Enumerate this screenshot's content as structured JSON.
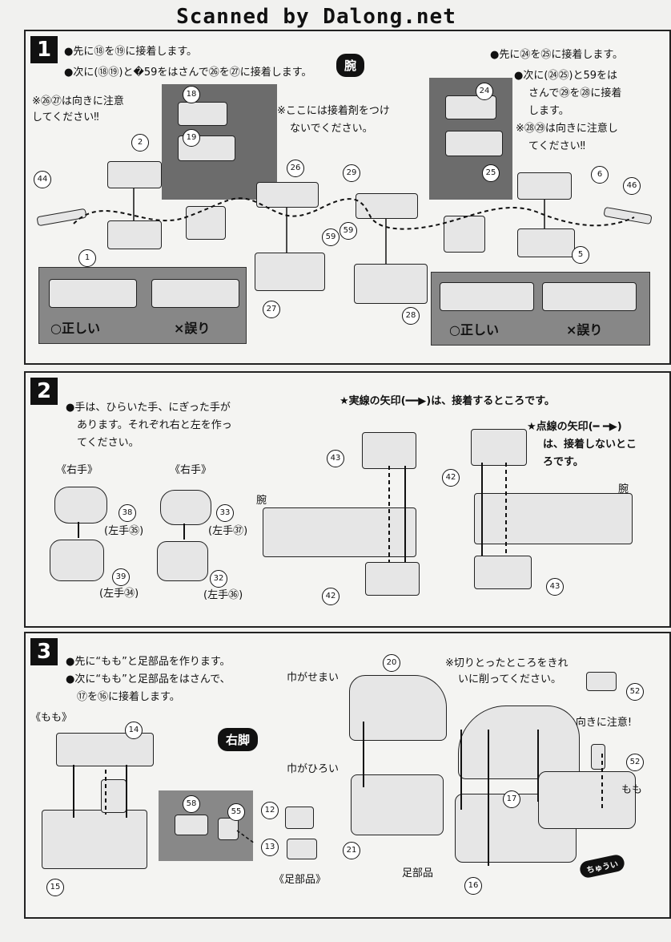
{
  "banner": "Scanned by Dalong.net",
  "step1": {
    "number": "1",
    "label": "腕",
    "left_lines": [
      "●先に⑱を⑲に接着します。",
      "●次に(⑱⑲)と�59をはさんで㉖を㉗に接着します。"
    ],
    "left_note": [
      "※㉖㉗は向きに注意",
      "してください‼"
    ],
    "center_note": [
      "※ここには接着剤をつけ",
      "ないでください。"
    ],
    "right_lines": [
      "●先に㉔を㉕に接着します。",
      "●次に(㉔㉕)と59をは",
      "さんで㉙を㉘に接着",
      "します。",
      "※㉘㉙は向きに注意し",
      "てください‼"
    ],
    "correct": "○正しい",
    "wrong": "×誤り",
    "parts": [
      "18",
      "19",
      "2",
      "26",
      "44",
      "1",
      "59",
      "27",
      "24",
      "25",
      "6",
      "46",
      "29",
      "59",
      "5",
      "28"
    ]
  },
  "step2": {
    "number": "2",
    "left_lines": [
      "●手は、ひらいた手、にぎった手が",
      "あります。それぞれ右と左を作っ",
      "てください。"
    ],
    "solid_legend": "★実線の矢印(━━▶)は、接着するところです。",
    "dashed_legend": [
      "★点線の矢印(━ ━▶)",
      "は、接着しないとこ",
      "ろです。"
    ],
    "right_hand_a": "《右手》",
    "right_hand_b": "《右手》",
    "arm_a": "腕",
    "arm_b": "腕",
    "left_hand_35": "(左手㉟)",
    "left_hand_37": "(左手㊲)",
    "left_hand_34": "(左手㉞)",
    "left_hand_36": "(左手㊱)",
    "parts": [
      "38",
      "39",
      "33",
      "32",
      "43",
      "42",
      "42",
      "43"
    ]
  },
  "step3": {
    "number": "3",
    "label": "右脚",
    "left_lines": [
      "●先に“もも”と足部品を作ります。",
      "●次に“もも”と足部品をはさんで、",
      "⑰を⑯に接着します。"
    ],
    "momo_label": "《もも》",
    "foot_label": "《足部品》",
    "narrow": "巾がせまい",
    "wide": "巾がひろい",
    "cut_note": [
      "※切りとったところをきれ",
      "いに削ってください。"
    ],
    "orient_note": "※向きに注意!",
    "momo_right": "もも",
    "foot_bottom": "足部品",
    "caution_tag": "ちゅうい",
    "parts": [
      "14",
      "15",
      "58",
      "55",
      "12",
      "13",
      "20",
      "21",
      "17",
      "16",
      "52",
      "52"
    ]
  }
}
